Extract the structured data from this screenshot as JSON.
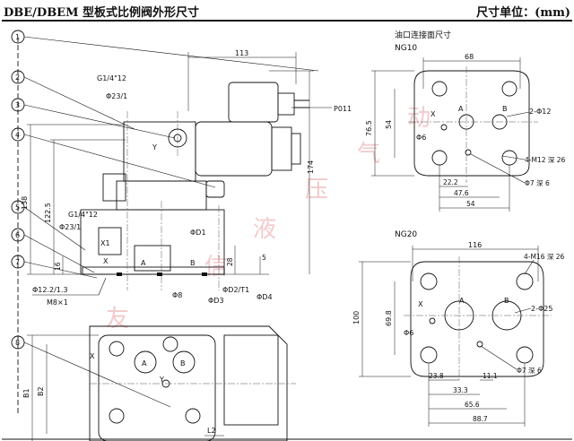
{
  "header": {
    "title_left": "DBE/DBEM 型板式比例阀外形尺寸",
    "title_right": "尺寸单位：(mm)"
  },
  "watermark": [
    "友",
    "信",
    "液",
    "压",
    "气",
    "动"
  ],
  "main_view": {
    "balloons": [
      "1",
      "2",
      "3",
      "4",
      "5",
      "6",
      "7",
      "8"
    ],
    "dims": {
      "d113": "113",
      "d174": "174",
      "d138": "138",
      "d122_5": "122.5",
      "d28": "28",
      "d16": "16",
      "d5": "5"
    },
    "labels": {
      "g1_4_12_top": "G1/4\"12",
      "phi23_1_top": "Φ23/1",
      "p011": "P011",
      "y": "Y",
      "g1_4_12_bot": "G1/4\"12",
      "phi23_1_bot": "Φ23/1",
      "x1": "X1",
      "x": "X",
      "a": "A",
      "b": "B",
      "phi12_2": "Φ12.2/1.3",
      "m8x1": "M8×1",
      "phi_d1": "ΦD1",
      "phi8": "Φ8",
      "phi_d3": "ΦD3",
      "phi_d2_t1": "ΦD2/T1",
      "phi_d4": "ΦD4"
    }
  },
  "bottom_view": {
    "labels": {
      "x": "X",
      "a": "A",
      "b": "B",
      "y": "Y",
      "b1": "B1",
      "b2": "B2",
      "l2": "L2"
    }
  },
  "ng10": {
    "section_title": "油口连接面尺寸",
    "title": "NG10",
    "dims": {
      "w68": "68",
      "h76_5": "76.5",
      "h54": "54",
      "d22_2": "22.2",
      "d47_6": "47.6",
      "d54": "54"
    },
    "labels": {
      "x": "X",
      "a": "A",
      "b": "B",
      "phi6": "Φ6",
      "phi12": "2-Φ12",
      "m12": "4-M12 深 26",
      "phi7": "Φ7 深 6"
    }
  },
  "ng20": {
    "title": "NG20",
    "dims": {
      "w116": "116",
      "h100": "100",
      "h69_8": "69.8",
      "d23_8": "23.8",
      "d11_1": "11.1",
      "d33_3": "33.3",
      "d65_6": "65.6",
      "d88_7": "88.7"
    },
    "labels": {
      "m16": "4-M16 深 26",
      "x": "X",
      "a": "A",
      "b": "B",
      "phi6": "Φ6",
      "phi25": "2-Φ25",
      "phi7": "Φ7 深 6"
    }
  }
}
